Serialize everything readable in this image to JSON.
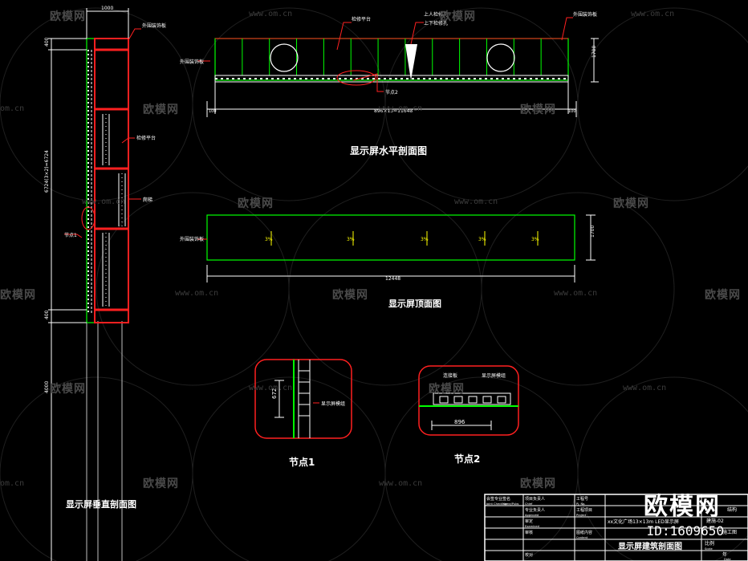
{
  "colors": {
    "background": "#000000",
    "frame": "#00ff00",
    "steel": "#ff2020",
    "dimension": "#ffffff",
    "label": "#ffffff",
    "watermark": "#4a4a4a",
    "grid": "#262626",
    "yellow": "#ffff00"
  },
  "watermarks": {
    "brand_text": "欧模网",
    "url_text": "www.om.cn",
    "url_text_short": "om.cn"
  },
  "brand_overlay": {
    "name": "欧模网",
    "id_text": "ID:1609650"
  },
  "views": {
    "vertical_section": {
      "title": "显示屏垂直剖面图",
      "dim_top": "1000",
      "dim_left_1": "400",
      "dim_left_total": "6724(3×2)=6724",
      "dim_left_2": "400",
      "dim_left_bottom": "4000",
      "labels": {
        "outer_frame": "外围装饰板",
        "platform": "检修平台",
        "ladder": "爬梯",
        "node": "节点1"
      }
    },
    "horizontal_section": {
      "title": "显示屏水平剖面图",
      "dim_total": "896×13=11648",
      "dim_left": "100",
      "dim_right": "100",
      "dim_height": "1700",
      "labels": {
        "outer_panel": "外围装饰板",
        "maint_platform": "检修平台",
        "access_door": "上人检修孔",
        "access_door_sub": "上下检修孔",
        "outer_panel_right": "外围装饰板",
        "node": "节点2"
      }
    },
    "top_view": {
      "title": "显示屏顶面图",
      "dim_total": "12448",
      "dim_height": "1700",
      "label_left": "外围装饰板",
      "slopes": [
        "3%",
        "3%",
        "3%",
        "3%",
        "3%"
      ]
    },
    "node1": {
      "title": "节点1",
      "dim": "672",
      "label": "显示屏模组"
    },
    "node2": {
      "title": "节点2",
      "dim": "896",
      "label_a": "连接板",
      "label_b": "显示屏模组"
    }
  },
  "title_block": {
    "drawing_title": "显示屏建筑剖面图",
    "project": "xx文化广场13×13m LED显示屏",
    "row_labels": [
      "会签专业",
      "签名",
      "项目负责人",
      "工程号",
      "专业负责人",
      "工程项目",
      "审定",
      "图纸内容",
      "审核",
      "校对"
    ],
    "row_labels_en": [
      "Joint Check up",
      "Name/Pubs",
      "Chief",
      "Pj. No.",
      "Approved",
      "Project",
      "Examined",
      "Content"
    ],
    "right_col": [
      "结构",
      "建施-02",
      "施工图",
      "比例",
      "年"
    ],
    "right_col_en": [
      "Scale",
      "Date"
    ]
  }
}
